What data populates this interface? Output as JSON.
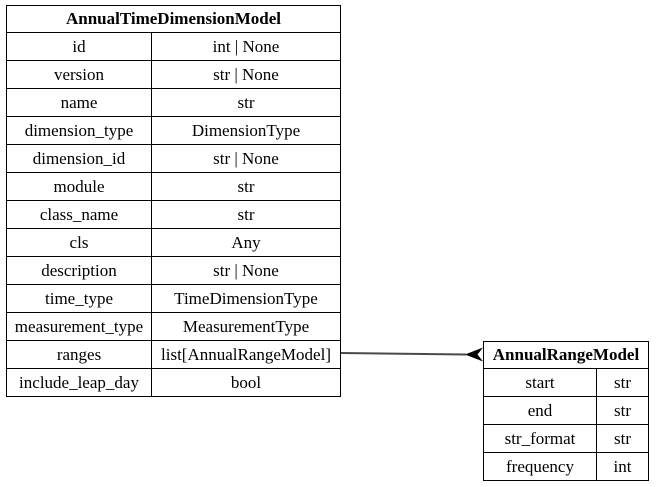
{
  "entities": [
    {
      "title": "AnnualTimeDimensionModel",
      "fields": [
        {
          "name": "id",
          "type": "int | None"
        },
        {
          "name": "version",
          "type": "str | None"
        },
        {
          "name": "name",
          "type": "str"
        },
        {
          "name": "dimension_type",
          "type": "DimensionType"
        },
        {
          "name": "dimension_id",
          "type": "str | None"
        },
        {
          "name": "module",
          "type": "str"
        },
        {
          "name": "class_name",
          "type": "str"
        },
        {
          "name": "cls",
          "type": "Any"
        },
        {
          "name": "description",
          "type": "str | None"
        },
        {
          "name": "time_type",
          "type": "TimeDimensionType"
        },
        {
          "name": "measurement_type",
          "type": "MeasurementType"
        },
        {
          "name": "ranges",
          "type": "list[AnnualRangeModel]"
        },
        {
          "name": "include_leap_day",
          "type": "bool"
        }
      ]
    },
    {
      "title": "AnnualRangeModel",
      "fields": [
        {
          "name": "start",
          "type": "str"
        },
        {
          "name": "end",
          "type": "str"
        },
        {
          "name": "str_format",
          "type": "str"
        },
        {
          "name": "frequency",
          "type": "int"
        }
      ]
    }
  ],
  "edge": {
    "from_field": "ranges",
    "to_title": "AnnualRangeModel",
    "arrowhead": "crow-foot"
  },
  "colors": {
    "background": "#ffffff",
    "table_border": "#000000",
    "text": "#000000",
    "edge_line": "#4a4a4a",
    "arrowhead": "#000000"
  }
}
